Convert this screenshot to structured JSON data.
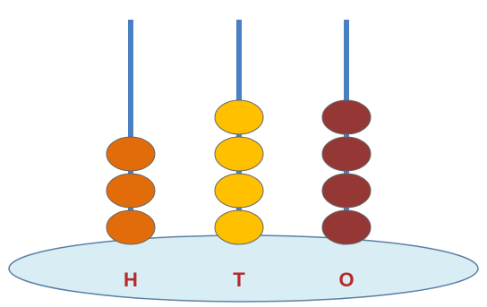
{
  "colors": {
    "rod": "#4a7fc1",
    "base_fill": "#d8edf4",
    "base_stroke": "#5a7fa6",
    "label": "#b52a2a",
    "bead_outline": "#666666"
  },
  "rods": [
    {
      "label": "H",
      "beads": 3,
      "bead_color": "#e36c0a"
    },
    {
      "label": "T",
      "beads": 4,
      "bead_color": "#ffc000"
    },
    {
      "label": "O",
      "beads": 4,
      "bead_color": "#953735"
    }
  ]
}
